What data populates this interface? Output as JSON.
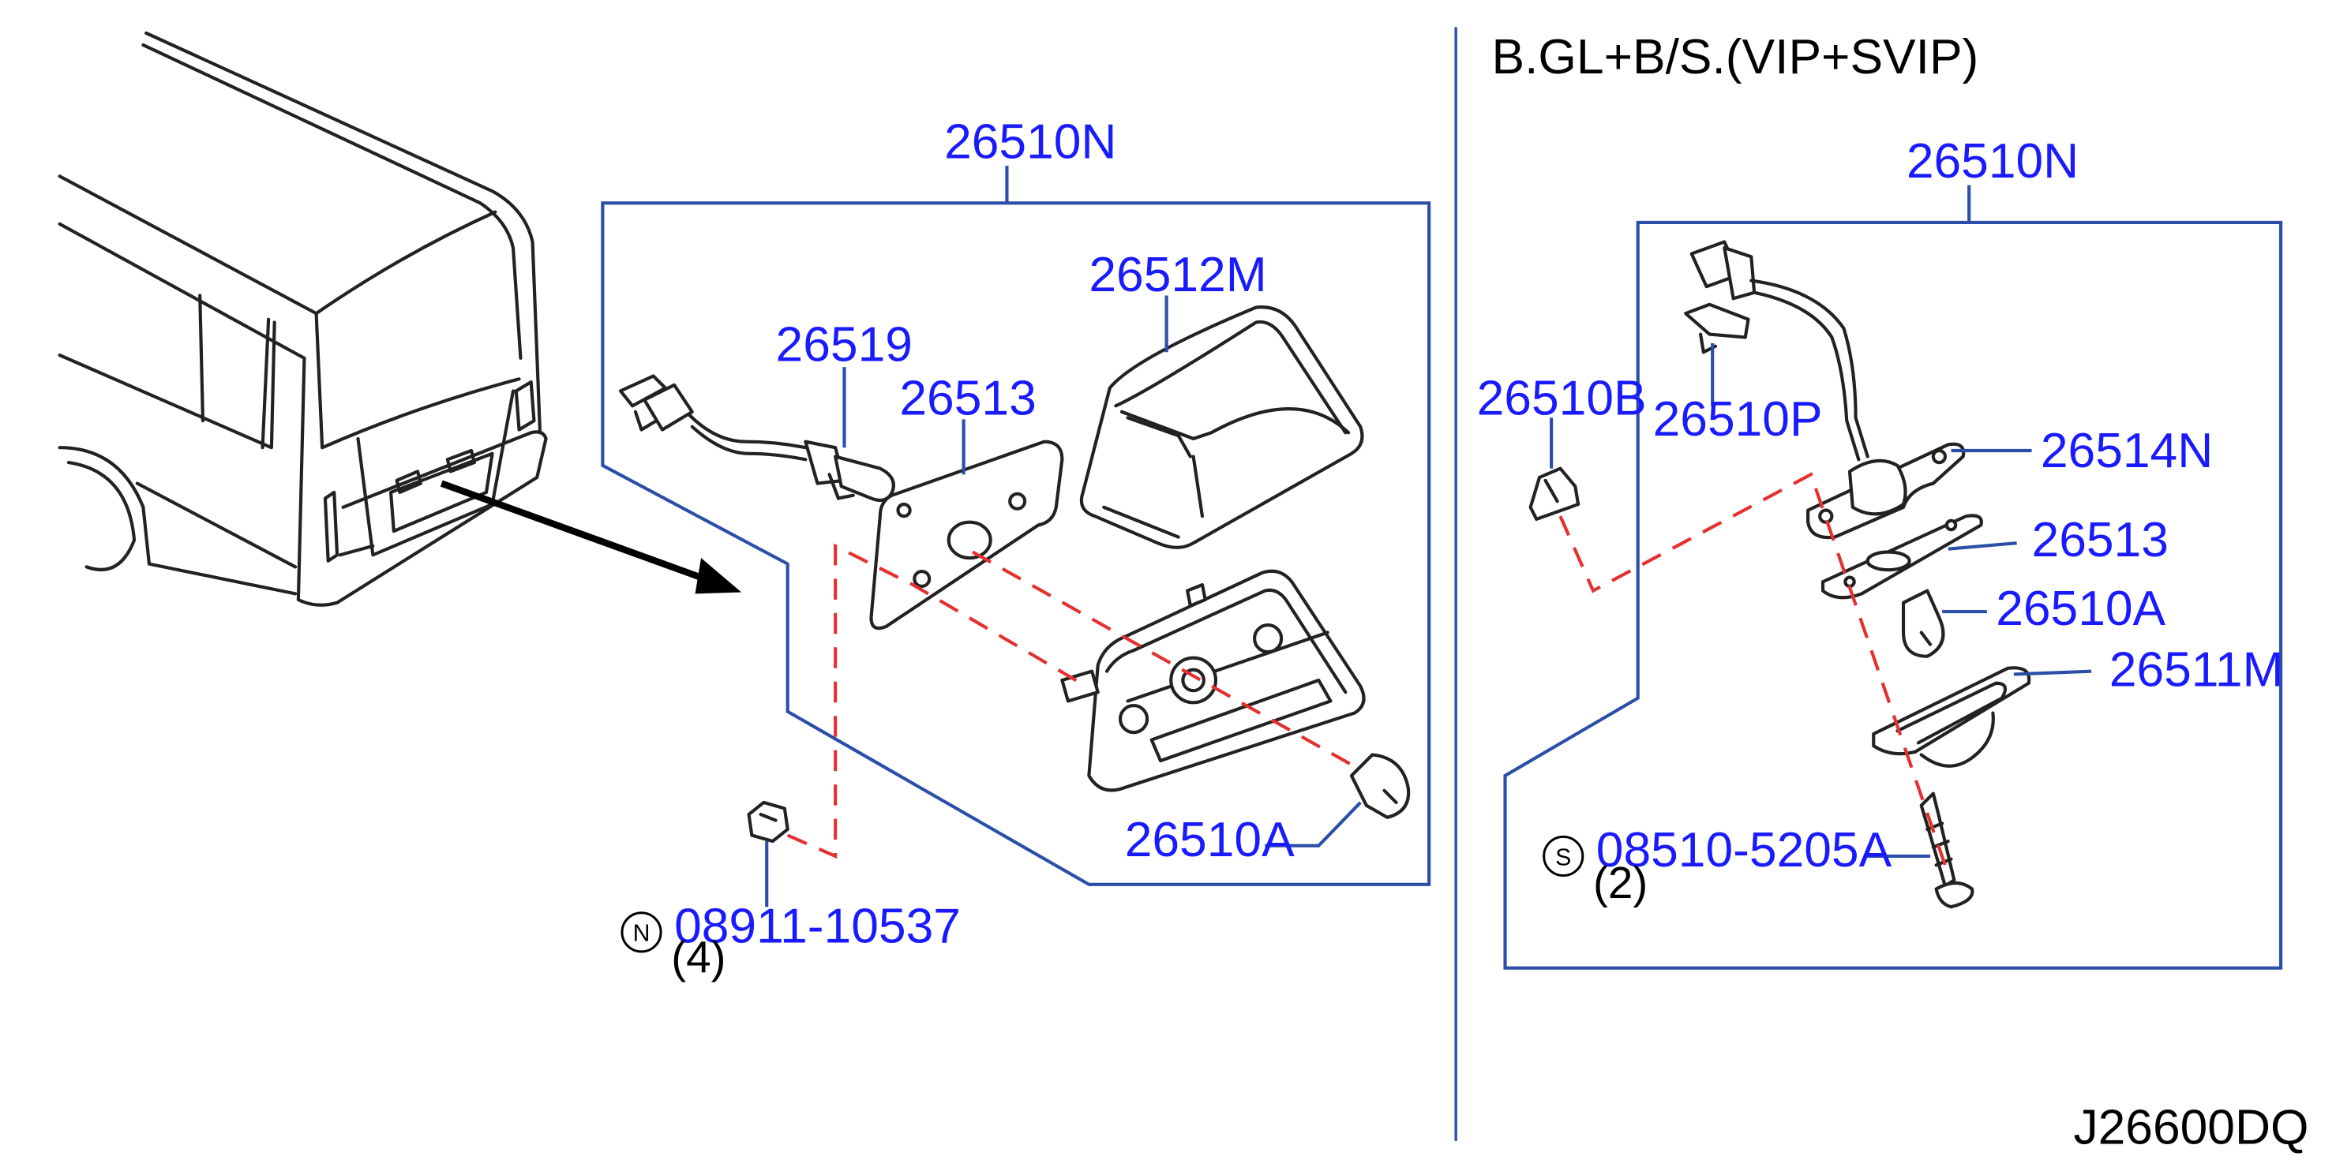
{
  "variant_header": "B.GL+B/S.(VIP+SVIP)",
  "diagram_code": "J26600DQ",
  "left_group": {
    "assembly": "26510N",
    "parts": {
      "lens": "26512M",
      "harness": "26519",
      "gasket": "26513",
      "bulb": "26510A"
    },
    "nut": {
      "symbol": "N",
      "part": "08911-10537",
      "qty": "(4)"
    }
  },
  "right_group": {
    "assembly": "26510N",
    "parts": {
      "clip": "26510B",
      "connector": "26510P",
      "housing": "26514N",
      "gasket": "26513",
      "bulb": "26510A",
      "lens": "26511M"
    },
    "screw": {
      "symbol": "S",
      "part": "08510-5205A",
      "qty": "(2)"
    }
  },
  "colors": {
    "callout": "#1a1aff",
    "leader": "#2b4fa8",
    "hidden_line": "#e53030",
    "ink": "#222222"
  }
}
